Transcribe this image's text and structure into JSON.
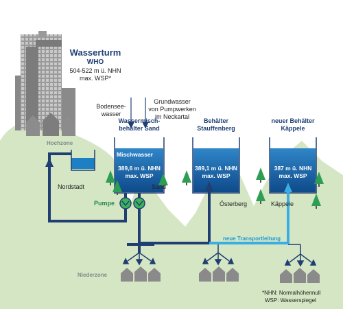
{
  "tower": {
    "name": "Wasserturm",
    "code": "WHO",
    "height": "504-522 m ü. NHN",
    "wsp": "max. WSP*"
  },
  "sources": {
    "bodensee": [
      "Bodensee-",
      "wasser"
    ],
    "grundwasser": [
      "Grundwasser",
      "von Pumpwerken",
      "im Neckartal"
    ]
  },
  "zones": {
    "hochzone": "Hochzone",
    "niederzone": "Niederzone"
  },
  "places": {
    "nordstadt": "Nordstadt",
    "sand": "Sand",
    "osterberg": "Österberg",
    "kappele": "Käppele"
  },
  "pump_label": "Pumpe",
  "transport_label": "neue Transportleitung",
  "tanks": [
    {
      "title": [
        "Wassermisch-",
        "behälter Sand"
      ],
      "sublabel": "Mischwasser",
      "height": "389,6 m ü. NHN",
      "wsp": "max. WSP"
    },
    {
      "title": [
        "Behälter",
        "Stauffenberg"
      ],
      "sublabel": "",
      "height": "389,1 m ü. NHN",
      "wsp": "max. WSP"
    },
    {
      "title": [
        "neuer Behälter",
        "Käppele"
      ],
      "sublabel": "",
      "height": "387 m ü. NHN",
      "wsp": "max. WSP"
    }
  ],
  "footnote": {
    "nhn": "*NHN: Normalhöhennull",
    "wsp": "WSP: Wasserspiegel"
  },
  "colors": {
    "hill": "#d4e6c3",
    "tank_blue": "#1d6cb0",
    "tank_dark": "#0d3f78",
    "pipe_navy": "#1f3f73",
    "pipe_cyan": "#3aaee4",
    "tree": "#2e9e55",
    "house": "#8a8a8a",
    "tower": "#8f8f8f"
  }
}
